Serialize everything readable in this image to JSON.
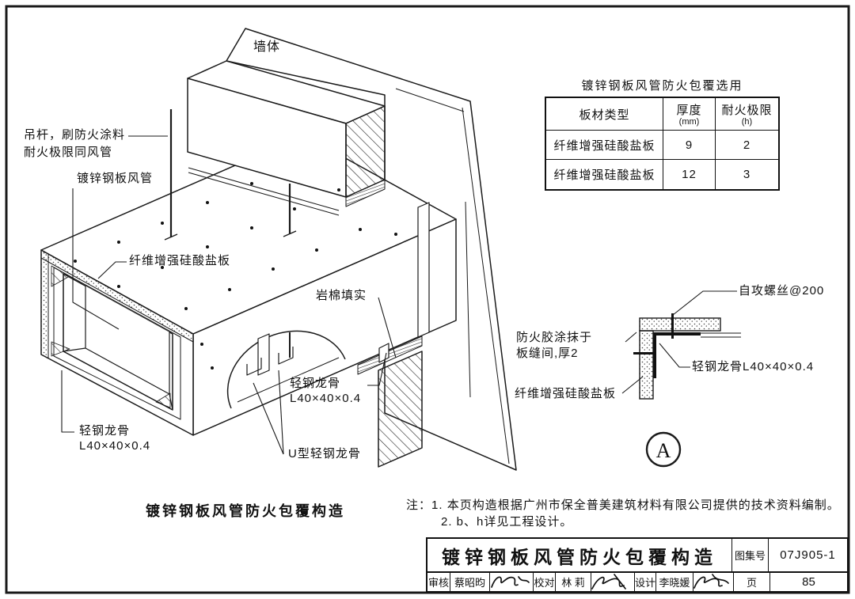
{
  "iso": {
    "wall": "墙体",
    "hanger1": "吊杆，刷防火涂料",
    "hanger2": "耐火极限同风管",
    "duct": "镀锌钢板风管",
    "board": "纤维增强硅酸盐板",
    "rockwool": "岩棉填实",
    "keel1": "轻钢龙骨",
    "keel2": "L40×40×0.4",
    "ukeel": "U型轻钢龙骨",
    "keel_bl1": "轻钢龙骨",
    "keel_bl2": "L40×40×0.4",
    "caption": "镀锌钢板风管防火包覆构造"
  },
  "table": {
    "title": "镀锌钢板风管防火包覆选用",
    "headers": {
      "c1": "板材类型",
      "c2a": "厚度",
      "c2b": "(mm)",
      "c3a": "耐火极限",
      "c3b": "(h)"
    },
    "rows": [
      [
        "纤维增强硅酸盐板",
        "9",
        "2"
      ],
      [
        "纤维增强硅酸盐板",
        "12",
        "3"
      ]
    ]
  },
  "detail": {
    "screw": "自攻螺丝@200",
    "glue1": "防火胶涂抹于",
    "glue2": "板缝间,厚2",
    "keel": "轻钢龙骨L40×40×0.4",
    "board": "纤维增强硅酸盐板",
    "marker": "A"
  },
  "notes": {
    "prefix": "注：",
    "line1": "1. 本页构造根据广州市保全普美建筑材料有限公司提供的技术资料编制。",
    "line2": "2. b、h详见工程设计。"
  },
  "titleblock": {
    "title": "镀锌钢板风管防火包覆构造",
    "atlas_label": "图集号",
    "atlas_no": "07J905-1",
    "page_label": "页",
    "page_no": "85",
    "review_label": "审核",
    "review_name": "蔡昭昀",
    "proof_label": "校对",
    "proof_name": "林  莉",
    "design_label": "设计",
    "design_name": "李晓媛"
  },
  "colors": {
    "ink": "#1a1a1a",
    "paper": "#ffffff"
  }
}
